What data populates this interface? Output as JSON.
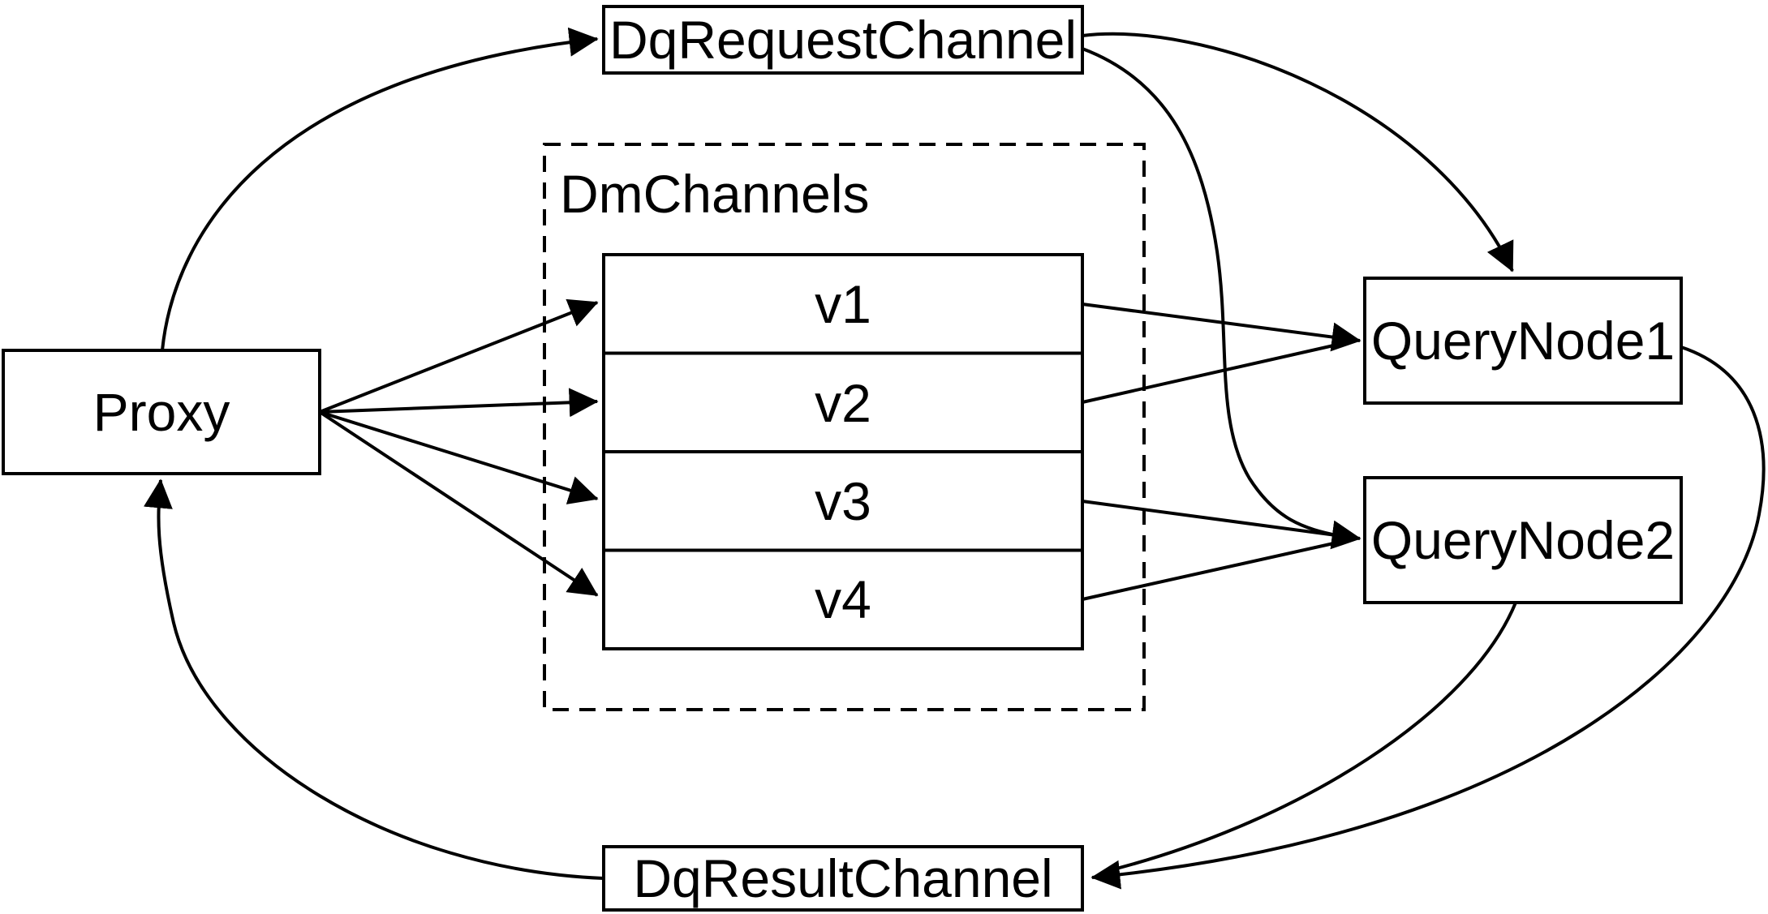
{
  "diagram": {
    "colors": {
      "background": "#ffffff",
      "stroke": "#000000",
      "box_fill": "#ffffff",
      "text": "#000000"
    },
    "nodes": {
      "proxy": {
        "label": "Proxy"
      },
      "dq_request_channel": {
        "label": "DqRequestChannel"
      },
      "dm_channels_group": {
        "label": "DmChannels"
      },
      "query_node_1": {
        "label": "QueryNode1"
      },
      "query_node_2": {
        "label": "QueryNode2"
      },
      "dq_result_channel": {
        "label": "DqResultChannel"
      }
    },
    "channels": [
      {
        "label": "v1"
      },
      {
        "label": "v2"
      },
      {
        "label": "v3"
      },
      {
        "label": "v4"
      }
    ],
    "edges": [
      {
        "from": "Proxy",
        "to": "DqRequestChannel"
      },
      {
        "from": "Proxy",
        "to": "v1"
      },
      {
        "from": "Proxy",
        "to": "v2"
      },
      {
        "from": "Proxy",
        "to": "v3"
      },
      {
        "from": "Proxy",
        "to": "v4"
      },
      {
        "from": "v1",
        "to": "QueryNode1"
      },
      {
        "from": "v2",
        "to": "QueryNode1"
      },
      {
        "from": "v3",
        "to": "QueryNode2"
      },
      {
        "from": "v4",
        "to": "QueryNode2"
      },
      {
        "from": "DqRequestChannel",
        "to": "QueryNode1"
      },
      {
        "from": "DqRequestChannel",
        "to": "QueryNode2"
      },
      {
        "from": "QueryNode1",
        "to": "DqResultChannel"
      },
      {
        "from": "QueryNode2",
        "to": "DqResultChannel"
      },
      {
        "from": "DqResultChannel",
        "to": "Proxy"
      }
    ]
  }
}
